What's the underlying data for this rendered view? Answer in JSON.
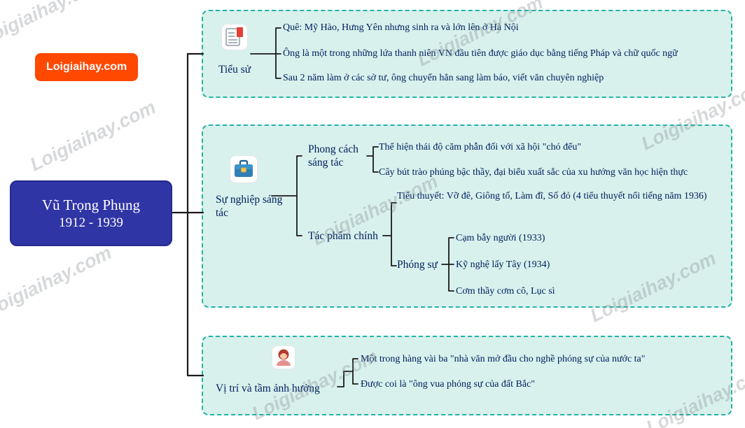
{
  "logo": {
    "text": "Loigiaihay.com"
  },
  "watermark": {
    "text": "Loigiaihay.com"
  },
  "root": {
    "title": "Vũ Trọng Phụng",
    "years": "1912 - 1939"
  },
  "branches": {
    "bio": {
      "label": "Tiểu sử",
      "items": [
        "Quê: Mỹ Hào, Hưng Yên nhưng sinh ra và lớn lên ở Hà Nội",
        "Ông là một trong những lứa thanh niên VN đầu tiên được giáo dục bằng tiếng Pháp và chữ quốc ngữ",
        "Sau 2 năm làm ở các sở tư, ông chuyển hẳn sang làm báo, viết văn chuyên nghiệp"
      ]
    },
    "career": {
      "label": "Sự nghiệp sáng tác",
      "style": {
        "label": "Phong cách sáng tác",
        "items": [
          "Thể hiện thái độ căm phẫn đối với xã hội \"chó đểu\"",
          "Cây bút trào phúng bậc thầy, đại biểu xuất sắc của xu hướng văn học hiện thực"
        ]
      },
      "works": {
        "label": "Tác phẩm chính",
        "novels": "Tiểu thuyết: Vỡ đê, Giông tố, Làm đĩ, Số đỏ (4 tiểu thuyết nổi tiếng năm 1936)",
        "reportage": {
          "label": "Phóng sự",
          "items": [
            "Cạm bẫy người (1933)",
            "Kỹ nghệ lấy Tây (1934)",
            "Cơm thầy cơm cô, Lục sì"
          ]
        }
      }
    },
    "influence": {
      "label": "Vị trí và tầm ảnh hưởng",
      "items": [
        "Một trong hàng vài ba \"nhà văn mở đầu cho nghề phóng sự của nước ta\"",
        "Được coi là \"ông vua phóng sự của đất Bắc\""
      ]
    }
  },
  "colors": {
    "root_fill": "#2f35a5",
    "box_fill": "#d8f1ec",
    "box_border": "#25b3a4",
    "text": "#002060",
    "logo_bg": "#ff4800",
    "line": "#1a1a1a"
  }
}
